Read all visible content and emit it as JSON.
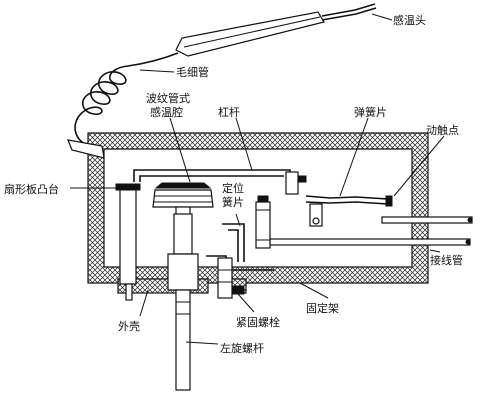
{
  "labels": {
    "sensing_bulb": "感温头",
    "capillary": "毛细管",
    "bellows_line1": "波纹管式",
    "bellows_line2": "感温腔",
    "lever": "杠杆",
    "spring_leaf": "弹簧片",
    "moving_contact": "动触点",
    "cam": "扇形板凸台",
    "fixed_leaf_line1": "定位",
    "fixed_leaf_line2": "簧片",
    "terminal_tube": "接线管",
    "fixed_frame": "固定架",
    "lock_bolt": "紧固螺栓",
    "housing": "外壳",
    "left_screw": "左旋螺杆"
  }
}
